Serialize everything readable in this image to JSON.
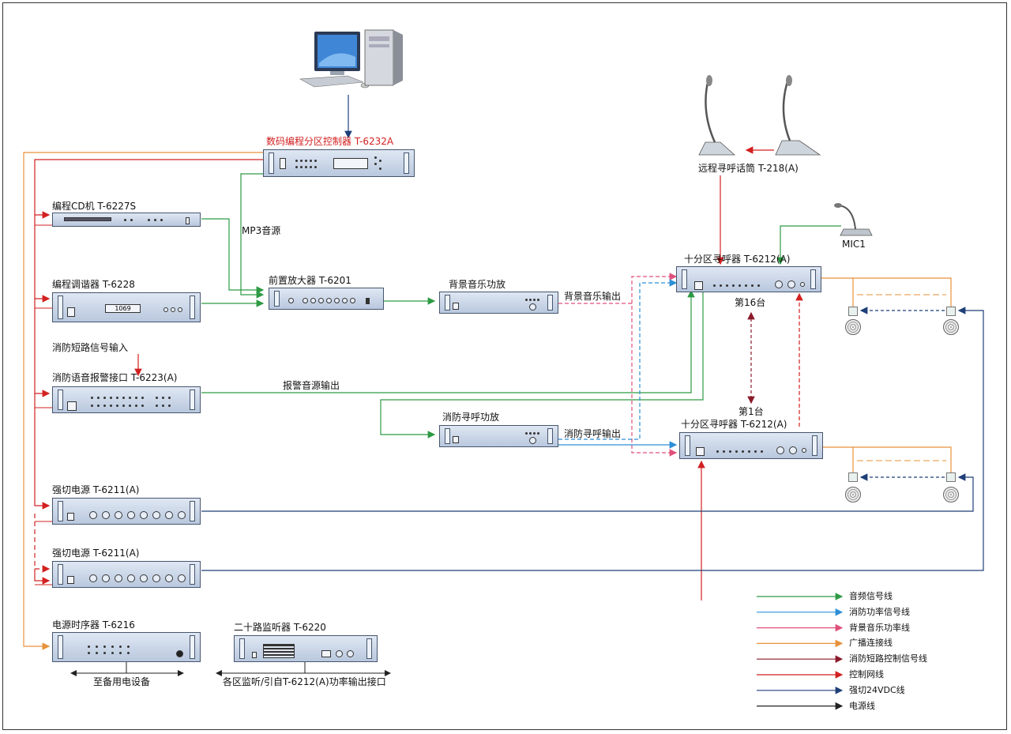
{
  "devices": {
    "controller": "数码编程分区控制器  T-6232A",
    "cd": "编程CD机  T-6227S",
    "tuner": "编程调谐器  T-6228",
    "tuner_display": "1069",
    "fire_input": "消防短路信号输入",
    "fire_iface": "消防语音报警接口  T-6223(A)",
    "power1": "强切电源   T-6211(A)",
    "power2": "强切电源   T-6211(A)",
    "sequencer": "电源时序器  T-6216",
    "monitor": "二十路监听器  T-6220",
    "preamp": "前置放大器  T-6201",
    "bgm_amp": "背景音乐功放",
    "fire_amp": "消防寻呼功放",
    "pager16": "十分区寻呼器      T-6212(A)",
    "pager1": "十分区寻呼器    T-6212(A)",
    "remote_mic": "远程寻呼话筒  T-218(A)",
    "mic1": "MIC1"
  },
  "labels": {
    "mp3": "MP3音源",
    "bgm_out": "背景音乐输出",
    "alarm_out": "报警音源输出",
    "fire_out": "消防寻呼输出",
    "unit16": "第16台",
    "unit1": "第1台",
    "to_equipment": "至备用电设备",
    "monitor_note": "各区监听/引自T-6212(A)功率输出接口"
  },
  "legend": [
    {
      "label": "音频信号线",
      "color": "#2e9a44"
    },
    {
      "label": "消防功率信号线",
      "color": "#2d8fd6"
    },
    {
      "label": "背景音乐功率线",
      "color": "#e0507a"
    },
    {
      "label": "广播连接线",
      "color": "#e8913a"
    },
    {
      "label": "消防短路控制信号线",
      "color": "#8a1a2a"
    },
    {
      "label": "控制网线",
      "color": "#d32020"
    },
    {
      "label": "强切24VDC线",
      "color": "#1e3f78"
    },
    {
      "label": "电源线",
      "color": "#222222"
    }
  ],
  "colors": {
    "audio": "#2e9a44",
    "fire_power": "#2d8fd6",
    "bgm_power": "#e0507a",
    "broadcast": "#e8913a",
    "fire_ctrl": "#8a1a2a",
    "control": "#d32020",
    "dc24": "#1e3f78",
    "power": "#222222"
  },
  "icons": [
    "computer-icon",
    "gooseneck-mic-icon",
    "desk-mic-icon",
    "speaker-icon"
  ]
}
